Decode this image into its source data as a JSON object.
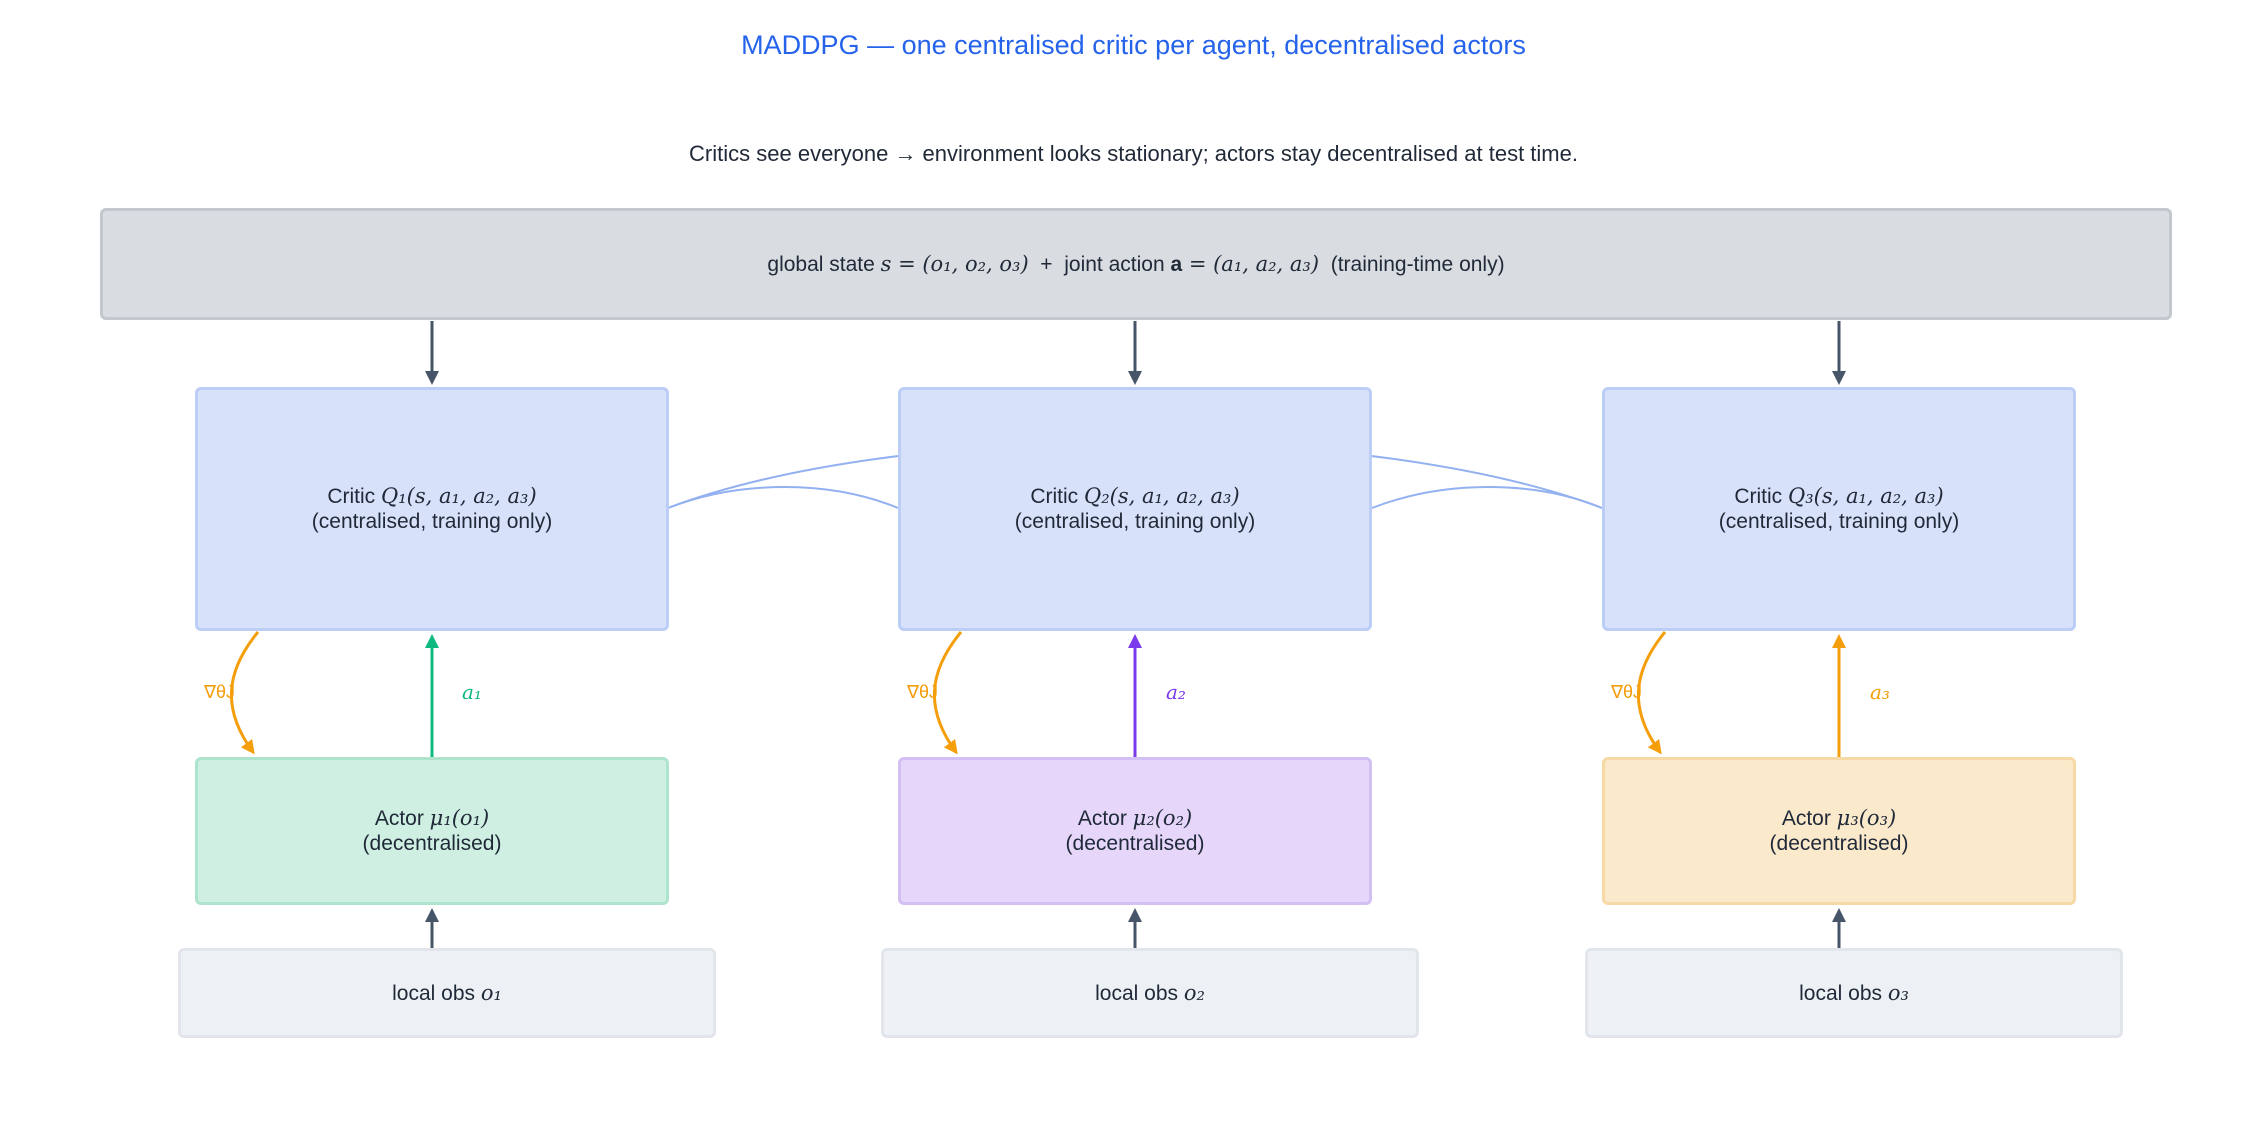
{
  "title": "MADDPG  —  one centralised critic per agent, decentralised actors",
  "subtitle": "Critics see everyone → environment looks stationary; actors stay decentralised at test time.",
  "global": {
    "prefix": "global state ",
    "state_math": "s = (o₁, o₂, o₃)",
    "plus": "  +  joint action ",
    "action_bold": "a",
    "action_math": " = (a₁, a₂, a₃)",
    "suffix": "  (training-time only)"
  },
  "agents": [
    {
      "critic_prefix": "Critic ",
      "critic_math": "Q₁(s, a₁, a₂, a₃)",
      "critic_note": "(centralised, training only)",
      "actor_prefix": "Actor ",
      "actor_math": "μ₁(o₁)",
      "actor_note": "(decentralised)",
      "grad_label": "∇θJ",
      "action_label": "a₁",
      "obs_prefix": "local obs ",
      "obs_math": "o₁",
      "color": "#10b981"
    },
    {
      "critic_prefix": "Critic ",
      "critic_math": "Q₂(s, a₁, a₂, a₃)",
      "critic_note": "(centralised, training only)",
      "actor_prefix": "Actor ",
      "actor_math": "μ₂(o₂)",
      "actor_note": "(decentralised)",
      "grad_label": "∇θJ",
      "action_label": "a₂",
      "obs_prefix": "local obs ",
      "obs_math": "o₂",
      "color": "#7c3aed"
    },
    {
      "critic_prefix": "Critic ",
      "critic_math": "Q₃(s, a₁, a₂, a₃)",
      "critic_note": "(centralised, training only)",
      "actor_prefix": "Actor ",
      "actor_math": "μ₃(o₃)",
      "actor_note": "(decentralised)",
      "grad_label": "∇θJ",
      "action_label": "a₃",
      "obs_prefix": "local obs ",
      "obs_math": "o₃",
      "color": "#f59e0b"
    }
  ],
  "colors": {
    "title": "#2563eb",
    "arrow": "#475569",
    "gradient": "#f59e0b",
    "critic_link": "#93b1f0"
  }
}
